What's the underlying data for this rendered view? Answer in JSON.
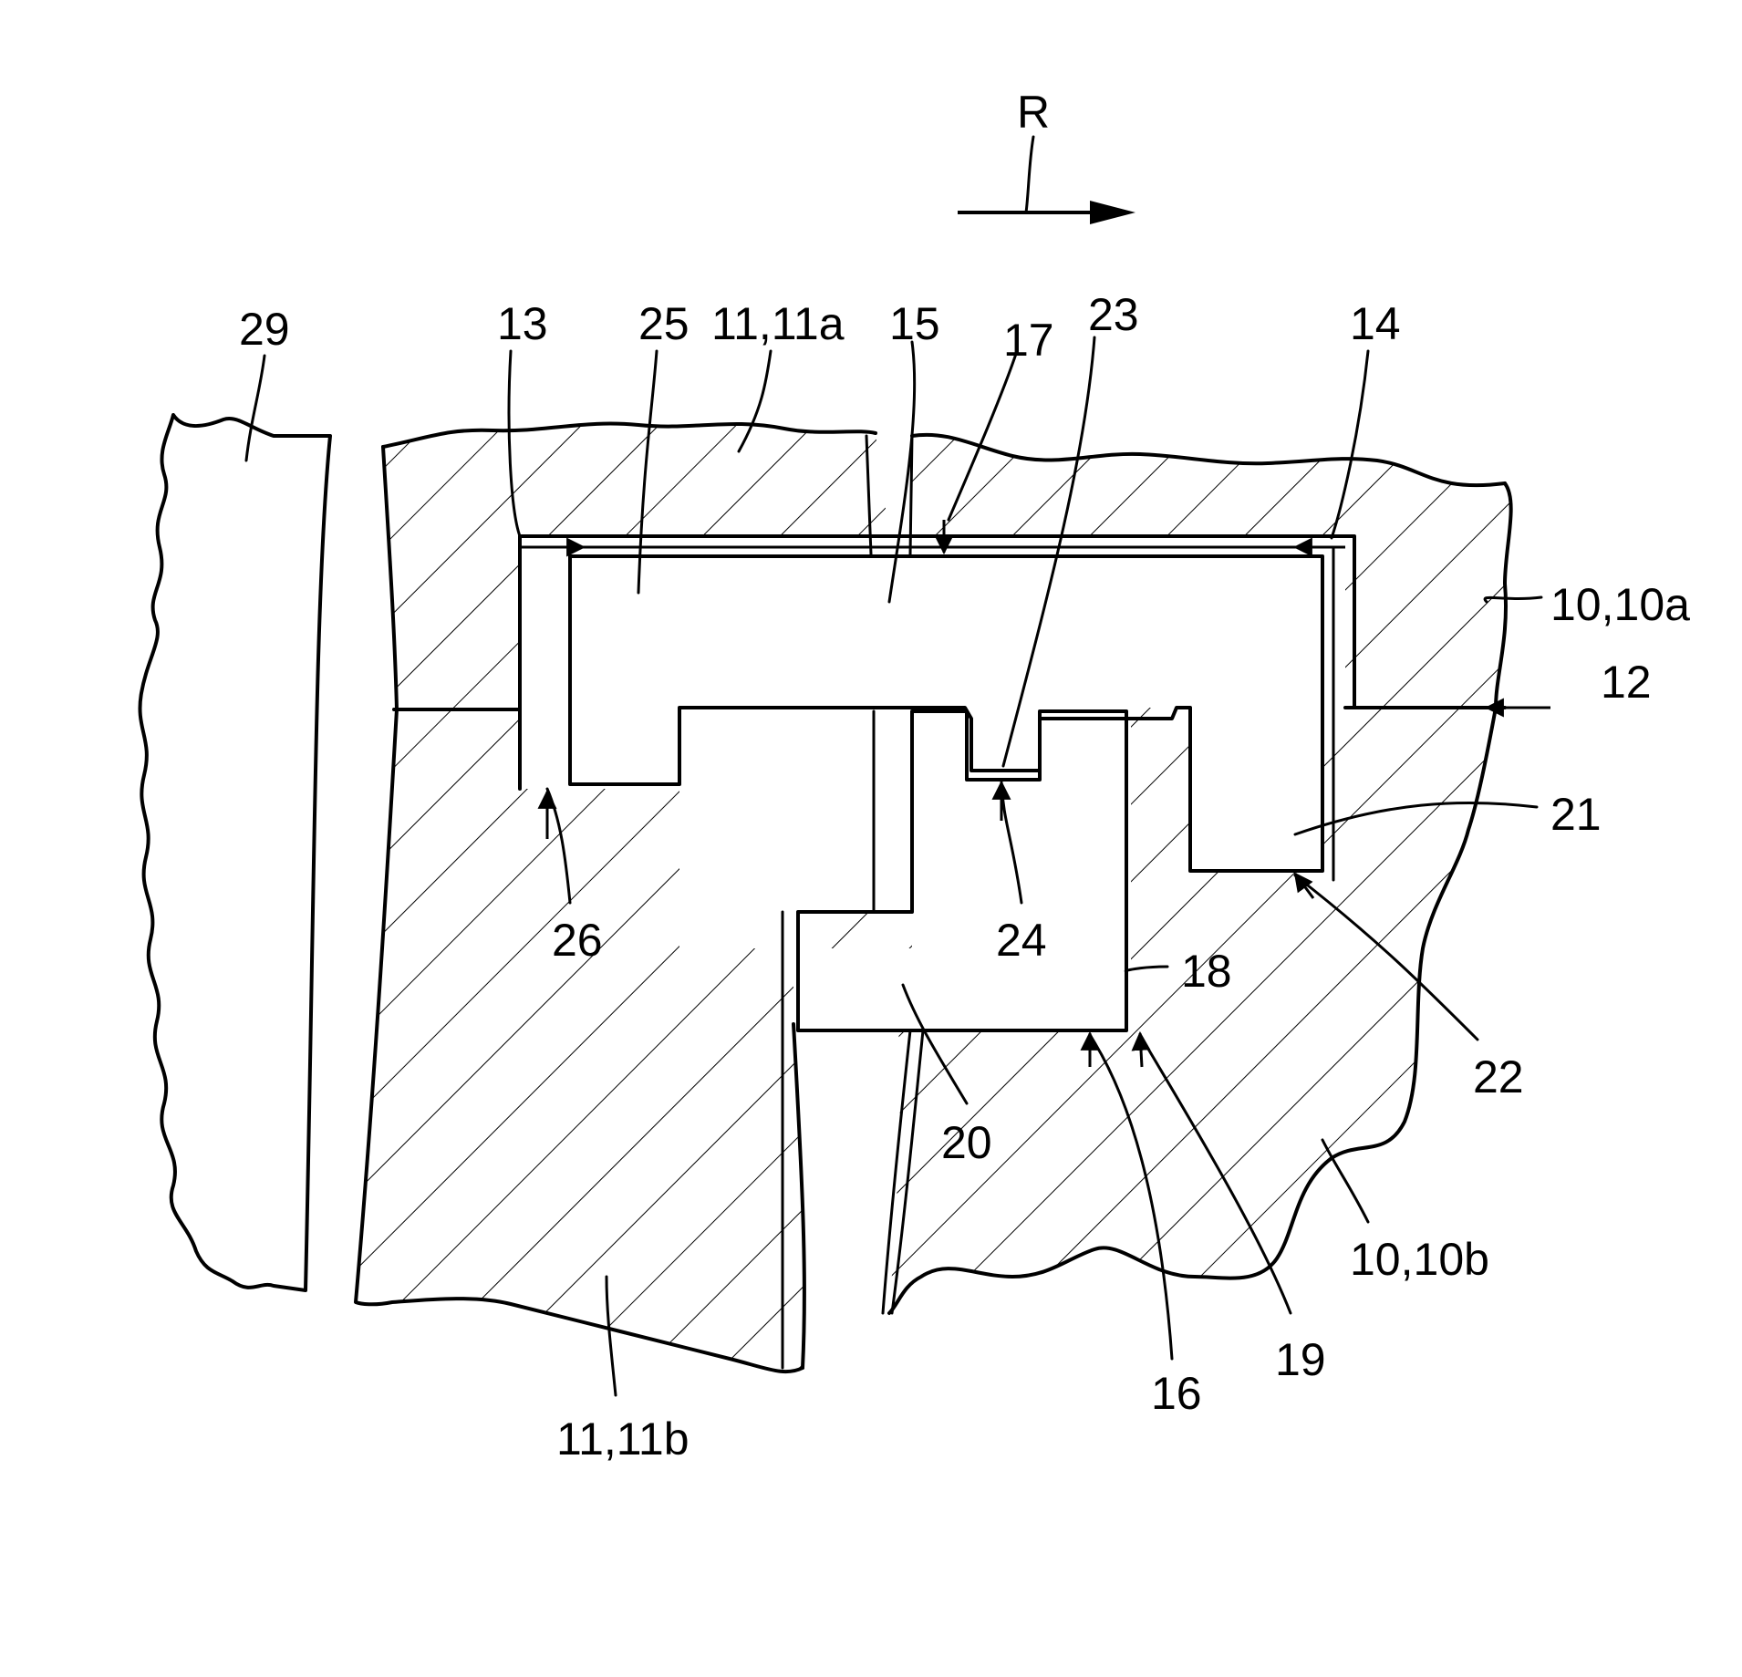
{
  "direction": {
    "label": "R"
  },
  "labels": {
    "r29": "29",
    "r13": "13",
    "r25": "25",
    "r11a": "11,11a",
    "r15": "15",
    "r17": "17",
    "r23": "23",
    "r14": "14",
    "r10a": "10,10a",
    "r12": "12",
    "r21": "21",
    "r26": "26",
    "r24": "24",
    "r18": "18",
    "r22": "22",
    "r20": "20",
    "r10b": "10,10b",
    "r19": "19",
    "r16": "16",
    "r11b": "11,11b"
  },
  "colors": {
    "ink": "#000000",
    "paper": "#ffffff"
  }
}
